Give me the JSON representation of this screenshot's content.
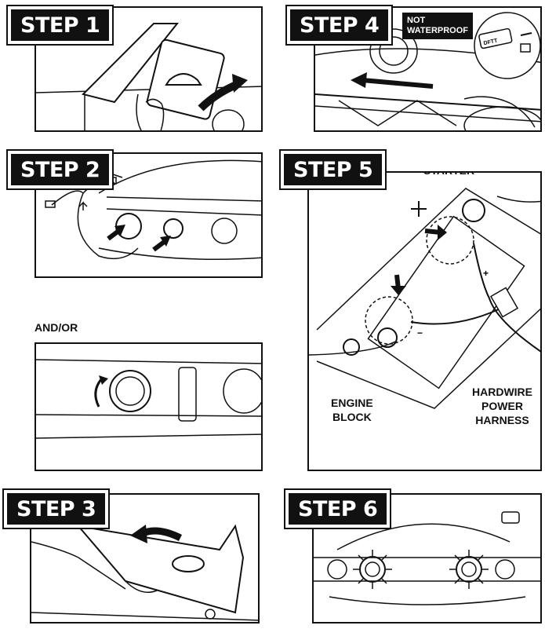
{
  "steps": {
    "s1": "STEP 1",
    "s2": "STEP 2",
    "s3": "STEP 3",
    "s4": "STEP 4",
    "s5": "STEP 5",
    "s6": "STEP 6"
  },
  "andor_label": "AND/OR",
  "step4_warning": {
    "line1": "NOT",
    "line2": "WATERPROOF"
  },
  "step5_labels": {
    "starter": "STARTER",
    "engine_block_1": "ENGINE",
    "engine_block_2": "BLOCK",
    "harness_1": "HARDWIRE",
    "harness_2": "POWER",
    "harness_3": "HARNESS"
  },
  "module_brand": "DFTT",
  "battery_symbols": {
    "plus": "+",
    "minus": "−"
  }
}
